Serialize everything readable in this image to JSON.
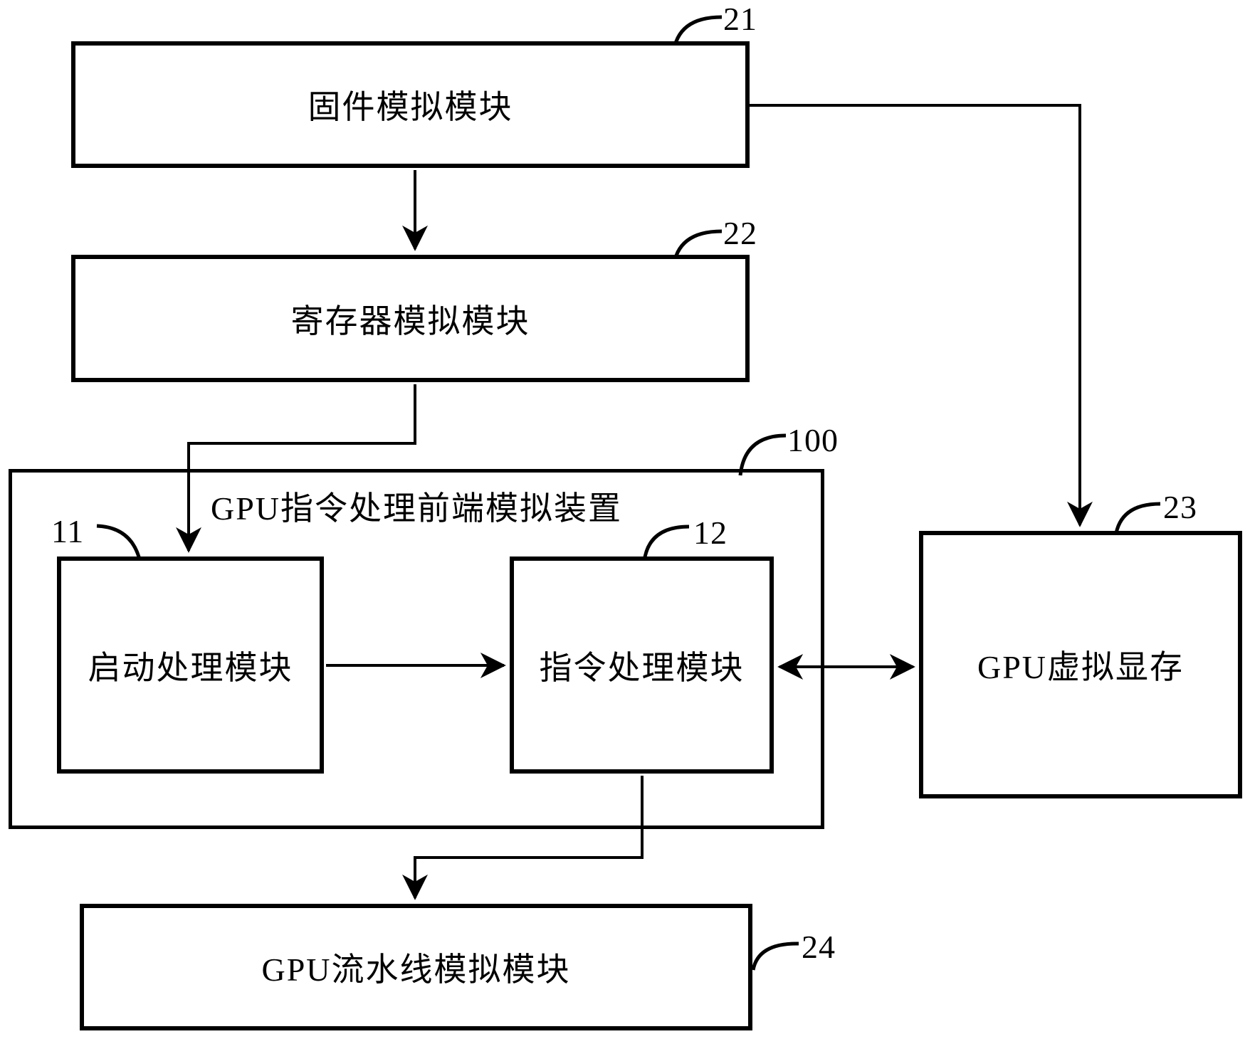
{
  "diagram": {
    "figure_type": "patent-block-diagram",
    "background_color": "#ffffff",
    "line_color": "#000000",
    "boxes": {
      "firmware": {
        "label": "固件模拟模块",
        "ref": "21"
      },
      "register": {
        "label": "寄存器模拟模块",
        "ref": "22"
      },
      "frontend": {
        "label": "GPU指令处理前端模拟装置",
        "ref": "100"
      },
      "startup": {
        "label": "启动处理模块",
        "ref": "11"
      },
      "instruction": {
        "label": "指令处理模块",
        "ref": "12"
      },
      "vram": {
        "label": "GPU虚拟显存",
        "ref": "23"
      },
      "pipeline": {
        "label": "GPU流水线模拟模块",
        "ref": "24"
      }
    }
  }
}
